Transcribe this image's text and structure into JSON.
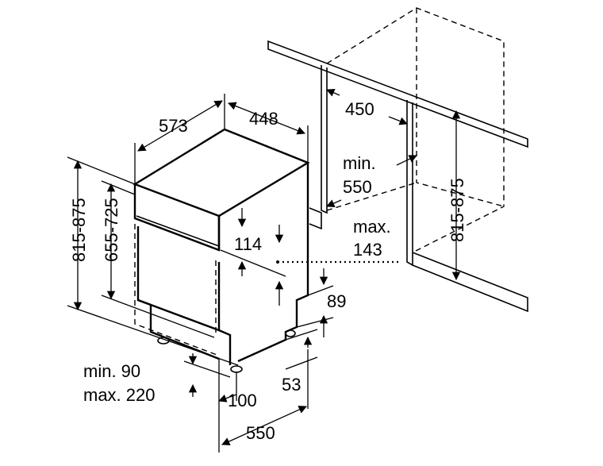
{
  "labels": {
    "d573": "573",
    "d448": "448",
    "d450": "450",
    "min_label": "min.",
    "d550_top": "550",
    "max_label": "max.",
    "d143": "143",
    "d114": "114",
    "d89": "89",
    "d53": "53",
    "min90": "min. 90",
    "max220": "max. 220",
    "d100": "100",
    "d550_bottom": "550",
    "h815_875_left": "815-875",
    "h655_725": "655-725",
    "h815_875_right": "815-875"
  }
}
